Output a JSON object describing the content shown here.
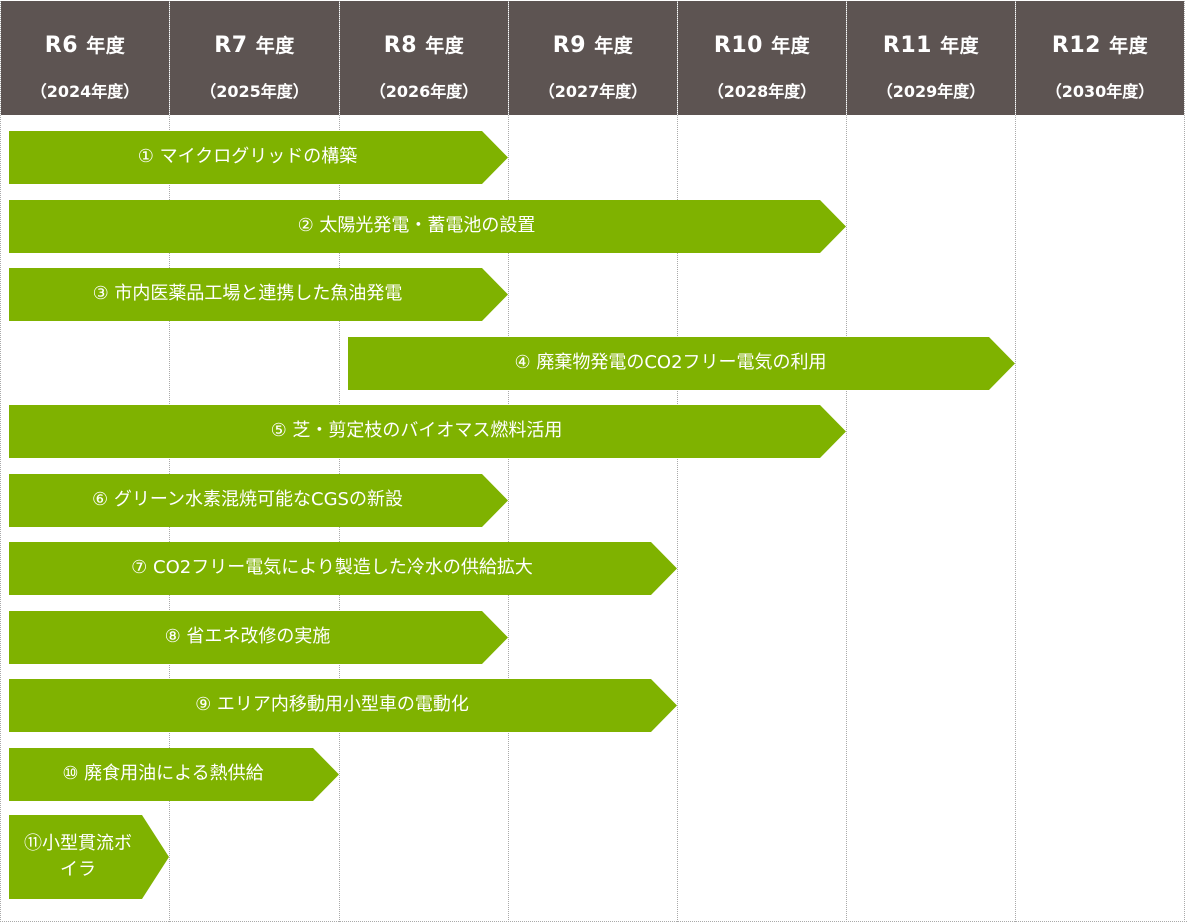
{
  "columns": [
    {
      "year": "R6",
      "unit": "年度",
      "calendar": "（2024年度）"
    },
    {
      "year": "R7",
      "unit": "年度",
      "calendar": "（2025年度）"
    },
    {
      "year": "R8",
      "unit": "年度",
      "calendar": "（2026年度）"
    },
    {
      "year": "R9",
      "unit": "年度",
      "calendar": "（2027年度）"
    },
    {
      "year": "R10",
      "unit": "年度",
      "calendar": "（2028年度）"
    },
    {
      "year": "R11",
      "unit": "年度",
      "calendar": "（2029年度）"
    },
    {
      "year": "R12",
      "unit": "年度",
      "calendar": "（2030年度）"
    }
  ],
  "measures": [
    {
      "label": "①  マイクログリッドの構築",
      "start_year": "R6",
      "end_year": "R8"
    },
    {
      "label": "②  太陽光発電・蓄電池の設置",
      "start_year": "R6",
      "end_year": "R10"
    },
    {
      "label": "③  市内医薬品工場と連携した魚油発電",
      "start_year": "R6",
      "end_year": "R8"
    },
    {
      "label": "④  廃棄物発電のCO2フリー電気の利用",
      "start_year": "R8",
      "end_year": "R11"
    },
    {
      "label": "⑤  芝・剪定枝のバイオマス燃料活用",
      "start_year": "R6",
      "end_year": "R10"
    },
    {
      "label": "⑥  グリーン水素混焼可能なCGSの新設",
      "start_year": "R6",
      "end_year": "R8"
    },
    {
      "label": "⑦  CO2フリー電気により製造した冷水の供給拡大",
      "start_year": "R6",
      "end_year": "R9"
    },
    {
      "label": "⑧  省エネ改修の実施",
      "start_year": "R6",
      "end_year": "R8"
    },
    {
      "label": "⑨  エリア内移動用小型車の電動化",
      "start_year": "R6",
      "end_year": "R9"
    },
    {
      "label": "⑩  廃食用油による熱供給",
      "start_year": "R6",
      "end_year": "R7"
    },
    {
      "label": "⑪小型貫流ボイラ",
      "start_year": "R6",
      "end_year": "R6"
    }
  ],
  "colors": {
    "header": "#5d5452",
    "bar": "#7fb200",
    "header_text": "#ffffff",
    "bar_text": "#ffffff"
  }
}
